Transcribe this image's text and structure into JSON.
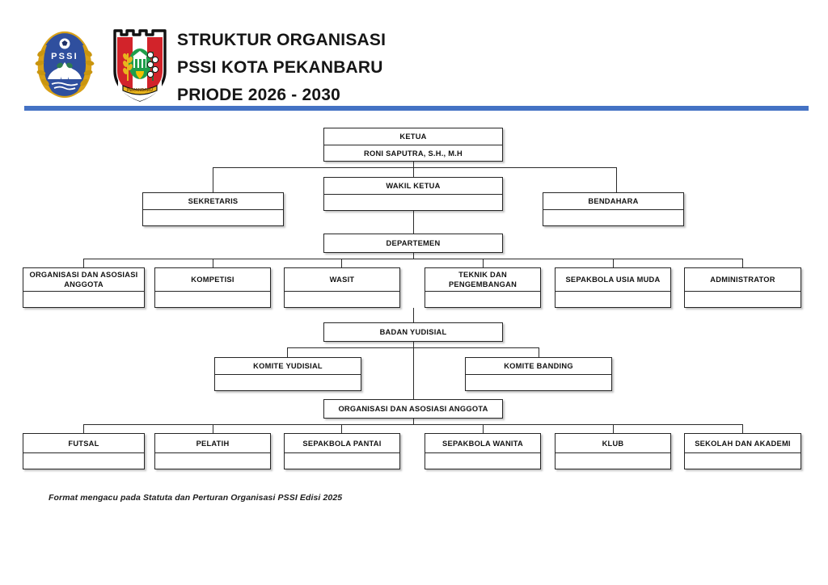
{
  "header": {
    "title_lines": [
      "STRUKTUR ORGANISASI",
      "PSSI KOTA PEKANBARU",
      "PRIODE 2026 - 2030"
    ],
    "logo_pssi_text": "PSSI",
    "accent_color": "#4472C4"
  },
  "footer": {
    "note": "Format mengacu pada Statuta dan Perturan Organisasi PSSI Edisi 2025"
  },
  "chart_data": {
    "type": "diagram",
    "title": "STRUKTUR ORGANISASI PSSI KOTA PEKANBARU PRIODE 2026 - 2030",
    "nodes": {
      "ketua": {
        "label": "KETUA",
        "value": "RONI SAPUTRA, S.H., M.H"
      },
      "wakil_ketua": {
        "label": "WAKIL KETUA",
        "value": ""
      },
      "sekretaris": {
        "label": "SEKRETARIS",
        "value": ""
      },
      "bendahara": {
        "label": "BENDAHARA",
        "value": ""
      },
      "departemen": {
        "label": "DEPARTEMEN",
        "value": null
      },
      "badan_yudisial": {
        "label": "BADAN YUDISIAL",
        "value": null
      },
      "organisasi_asosiasi": {
        "label": "ORGANISASI DAN ASOSIASI ANGGOTA",
        "value": null
      }
    },
    "departemen_children": [
      {
        "label": "ORGANISASI DAN ASOSIASI ANGGOTA",
        "value": ""
      },
      {
        "label": "KOMPETISI",
        "value": ""
      },
      {
        "label": "WASIT",
        "value": ""
      },
      {
        "label": "TEKNIK DAN PENGEMBANGAN",
        "value": ""
      },
      {
        "label": "SEPAKBOLA USIA MUDA",
        "value": ""
      },
      {
        "label": "ADMINISTRATOR",
        "value": ""
      }
    ],
    "yudisial_children": [
      {
        "label": "KOMITE YUDISIAL",
        "value": ""
      },
      {
        "label": "KOMITE BANDING",
        "value": ""
      }
    ],
    "asosiasi_children": [
      {
        "label": "FUTSAL",
        "value": ""
      },
      {
        "label": "PELATIH",
        "value": ""
      },
      {
        "label": "SEPAKBOLA PANTAI",
        "value": ""
      },
      {
        "label": "SEPAKBOLA WANITA",
        "value": ""
      },
      {
        "label": "KLUB",
        "value": ""
      },
      {
        "label": "SEKOLAH DAN AKADEMI",
        "value": ""
      }
    ]
  }
}
